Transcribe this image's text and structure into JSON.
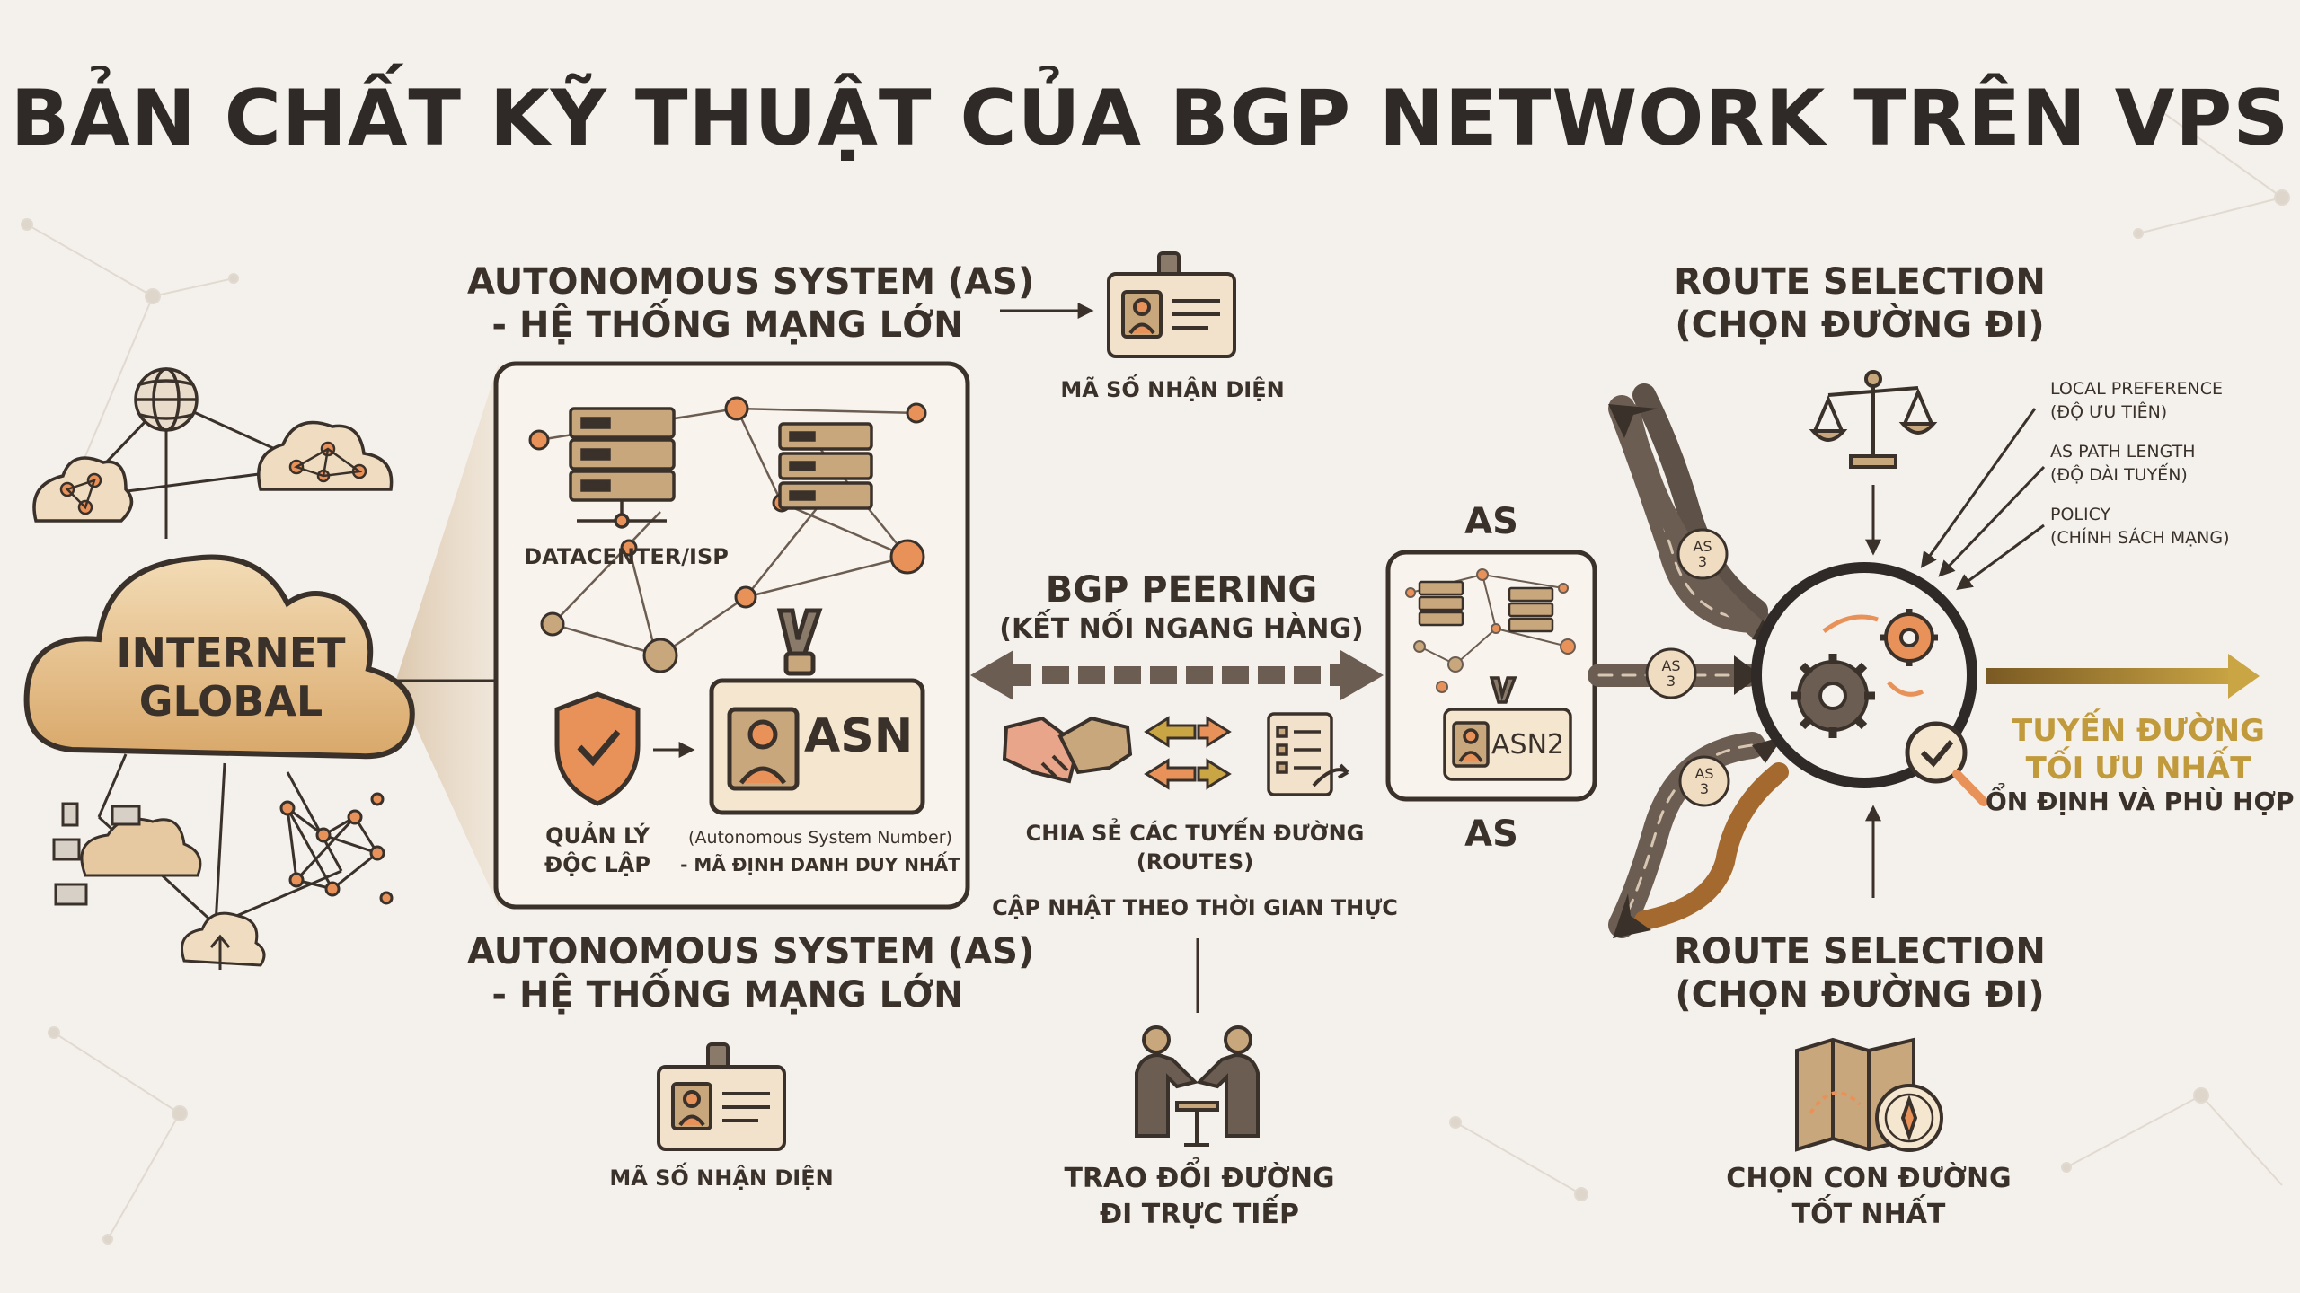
{
  "title": "BẢN CHẤT KỸ THUẬT CỦA BGP NETWORK TRÊN VPS",
  "internet": {
    "line1": "INTERNET",
    "line2": "GLOBAL"
  },
  "as_box": {
    "heading_top": {
      "line1": "AUTONOMOUS SYSTEM (AS)",
      "line2": "- HỆ THỐNG MẠNG LỚN"
    },
    "id_caption_top": "MÃ SỐ NHẬN DIỆN",
    "datacenter_label": "DATACENTER/ISP",
    "shield_label": {
      "line1": "QUẢN LÝ",
      "line2": "ĐỘC LẬP"
    },
    "asn_badge": "ASN",
    "asn_desc": {
      "line1": "(Autonomous System Number)",
      "line2": "- MÃ ĐỊNH DANH DUY NHẤT"
    },
    "heading_bottom": {
      "line1": "AUTONOMOUS SYSTEM (AS)",
      "line2": "- HỆ THỐNG MẠNG LỚN"
    },
    "id_caption_bottom": "MÃ SỐ NHẬN DIỆN"
  },
  "peering": {
    "title": "BGP PEERING",
    "subtitle": "(KẾT NỐI NGANG HÀNG)",
    "share": {
      "line1": "CHIA SẺ CÁC TUYẾN ĐƯỜNG",
      "line2": "(ROUTES)"
    },
    "realtime": "CẬP NHẬT THEO THỜI GIAN THỰC",
    "exchange": {
      "line1": "TRAO ĐỔI ĐƯỜNG",
      "line2": "ĐI TRỰC TIẾP"
    }
  },
  "as2": {
    "label_top": "AS",
    "label_bottom": "AS",
    "badge": "ASN2",
    "tag": "AS",
    "tag_num": "3"
  },
  "route": {
    "heading_top": {
      "line1": "ROUTE SELECTION",
      "line2": "(CHỌN ĐƯỜNG ĐI)"
    },
    "criteria": [
      {
        "line1": "LOCAL PREFERENCE",
        "line2": "(ĐỘ ƯU TIÊN)"
      },
      {
        "line1": "AS PATH LENGTH",
        "line2": "(ĐỘ DÀI TUYẾN)"
      },
      {
        "line1": "POLICY",
        "line2": "(CHÍNH SÁCH MẠNG)"
      }
    ],
    "result": {
      "line1": "TUYẾN ĐƯỜNG",
      "line2": "TỐI ƯU NHẤT",
      "line3": "ỔN ĐỊNH VÀ PHÙ HỢP"
    },
    "heading_bottom": {
      "line1": "ROUTE SELECTION",
      "line2": "(CHỌN ĐƯỜNG ĐI)"
    },
    "best": {
      "line1": "CHỌN CON ĐƯỜNG",
      "line2": "TỐT NHẤT"
    }
  },
  "colors": {
    "bg": "#f4f0eb",
    "dark": "#3a312b",
    "tan": "#c9a77c",
    "orange": "#e8925a",
    "gold": "#b08d3a",
    "gold_text": "#c19a3c"
  }
}
